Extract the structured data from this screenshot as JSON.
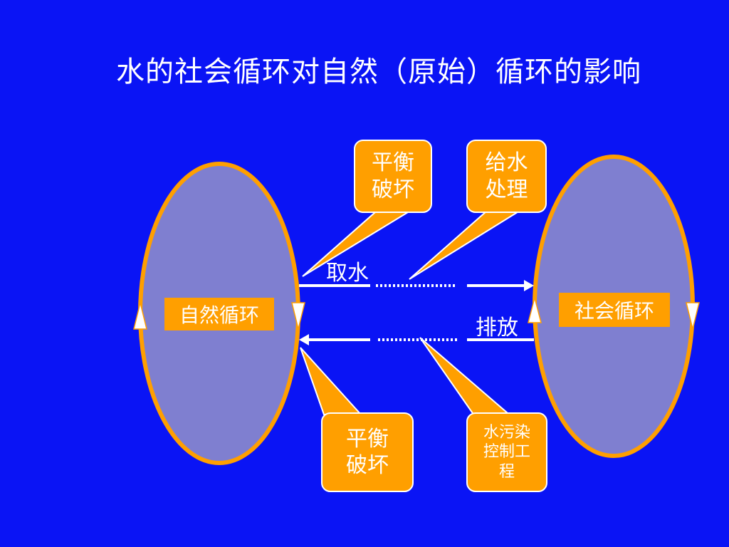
{
  "title": "水的社会循环对自然（原始）循环的影响",
  "left_cycle": {
    "label": "自然循环"
  },
  "right_cycle": {
    "label": "社会循环"
  },
  "flows": {
    "top_label": "取水",
    "bottom_label": "排放"
  },
  "callouts": {
    "top_left": "平衡\n破坏",
    "top_right": "给水\n处理",
    "bottom_left": "平衡\n破坏",
    "bottom_right": "水污染\n控制工\n程"
  },
  "colors": {
    "background": "#0a14f5",
    "ellipse_fill": "#7f7fd0",
    "ellipse_stroke": "#ff9f00",
    "box_fill": "#ff9f00",
    "arrow": "#ffffff"
  }
}
